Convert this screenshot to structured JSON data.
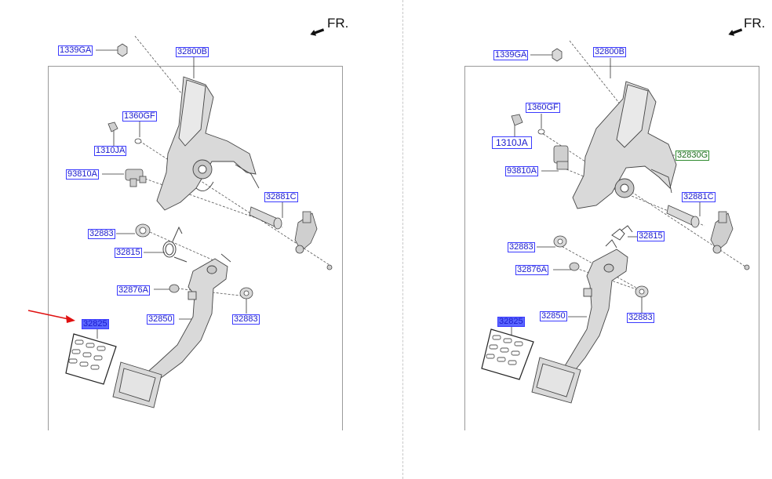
{
  "direction_label": "FR.",
  "left_panel": {
    "labels": {
      "l1339GA": "1339GA",
      "l32800B": "32800B",
      "l1360GF": "1360GF",
      "l1310JA": "1310JA",
      "l93810A": "93810A",
      "l32881C": "32881C",
      "l32883a": "32883",
      "l32815": "32815",
      "l32876A": "32876A",
      "l32850": "32850",
      "l32883b": "32883",
      "l32825": "32825"
    }
  },
  "right_panel": {
    "labels": {
      "l1339GA": "1339GA",
      "l32800B": "32800B",
      "l1360GF": "1360GF",
      "l1310JA": "1310JA",
      "l32830G": "32830G",
      "l93810A": "93810A",
      "l32881C": "32881C",
      "l32815": "32815",
      "l32883a": "32883",
      "l32876A": "32876A",
      "l32850": "32850",
      "l32883b": "32883",
      "l32825": "32825"
    }
  },
  "colors": {
    "label_text": "#1a1acc",
    "label_border": "#3b3bff",
    "highlight_fill": "#5a66ff",
    "green_label": "#2e8b2e",
    "pointer_arrow": "#e01010",
    "part_fill": "#d9d9d9",
    "part_stroke": "#444444"
  },
  "icons": {
    "direction_arrow": "forward-arrow-icon",
    "pointer": "red-arrow-icon"
  }
}
